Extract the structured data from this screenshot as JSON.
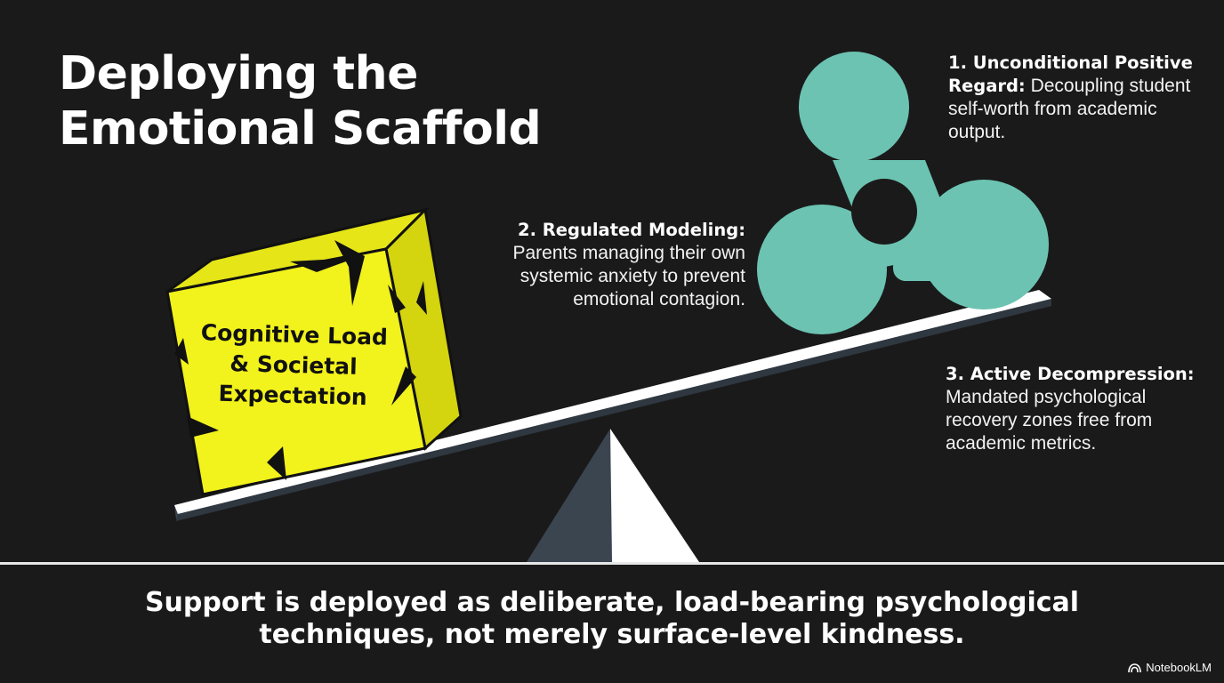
{
  "title": {
    "line1": "Deploying the",
    "line2": "Emotional Scaffold"
  },
  "block": {
    "line1": "Cognitive Load",
    "line2": "& Societal",
    "line3": "Expectation"
  },
  "points": [
    {
      "heading": "1. Unconditional Positive Regard:",
      "text": "Decoupling student self-worth from academic output."
    },
    {
      "heading": "2. Regulated Modeling:",
      "text": "Parents managing their own systemic anxiety to prevent emotional contagion."
    },
    {
      "heading": "3. Active Decompression:",
      "text": "Mandated psychological recovery zones free from academic metrics."
    }
  ],
  "footer": {
    "line1": "Support is deployed as deliberate, load-bearing psychological",
    "line2": "techniques, not merely surface-level kindness."
  },
  "brand": {
    "name": "NotebookLM",
    "icon": "notebooklm-logo-icon"
  },
  "colors": {
    "background": "#1a1a1a",
    "block": "#f2f21c",
    "molecule": "#6cc3b2",
    "plank": "#ffffff",
    "fulcrum_shade": "#3b4550"
  }
}
